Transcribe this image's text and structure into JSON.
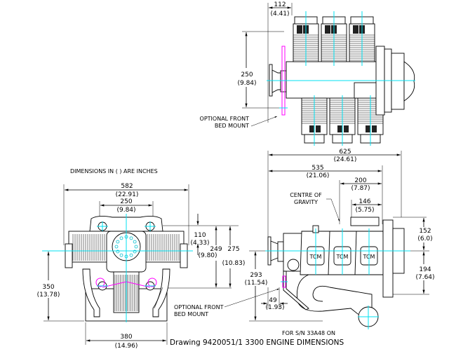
{
  "units_note": "DIMENSIONS IN ( ) ARE INCHES",
  "title": {
    "line1": "FOR S/N 33A48 ON",
    "line2": "Drawing 9420051/1 3300 ENGINE DIMENSIONS"
  },
  "colors": {
    "centerline": "#00e0f0",
    "bed_mount": "#ff00ff",
    "linework": "#000000"
  },
  "top_view": {
    "dims": [
      {
        "id": "prop-flange-offset",
        "mm": "112",
        "in": "(4.41)"
      },
      {
        "id": "bed-mount-height",
        "mm": "250",
        "in": "(9.84)"
      }
    ],
    "callout": {
      "line1": "OPTIONAL FRONT",
      "line2": "BED MOUNT"
    }
  },
  "front_view": {
    "dims": [
      {
        "id": "overall-width",
        "mm": "582",
        "in": "(22.91)"
      },
      {
        "id": "mount-spacing",
        "mm": "250",
        "in": "(9.84)"
      },
      {
        "id": "crank-to-mount",
        "mm": "110",
        "in": "(4.33)"
      },
      {
        "id": "mount-to-base",
        "mm": "249",
        "in": "(9.80)"
      },
      {
        "id": "overall-upper",
        "mm": "275",
        "in": "(10.83)"
      },
      {
        "id": "crank-height",
        "mm": "350",
        "in": "(13.78)"
      },
      {
        "id": "base-width",
        "mm": "380",
        "in": "(14.96)"
      }
    ],
    "callout": {
      "line1": "OPTIONAL FRONT",
      "line2": "BED MOUNT"
    }
  },
  "side_view": {
    "dims": [
      {
        "id": "overall-length",
        "mm": "625",
        "in": "(24.61)"
      },
      {
        "id": "length-to-rear",
        "mm": "535",
        "in": "(21.06)"
      },
      {
        "id": "cg-to-rear",
        "mm": "200",
        "in": "(7.87)"
      },
      {
        "id": "rear-offset",
        "mm": "146",
        "in": "(5.75)"
      },
      {
        "id": "top-to-crank",
        "mm": "152",
        "in": "(6.0)"
      },
      {
        "id": "crank-to-bottom",
        "mm": "194",
        "in": "(7.64)"
      },
      {
        "id": "crank-to-sump",
        "mm": "293",
        "in": "(11.54)"
      },
      {
        "id": "bed-offset",
        "mm": "49",
        "in": "(1.93)"
      }
    ],
    "cg_label": {
      "line1": "CENTRE OF",
      "line2": "GRAVITY"
    },
    "cylinder_tag": "TCM"
  }
}
